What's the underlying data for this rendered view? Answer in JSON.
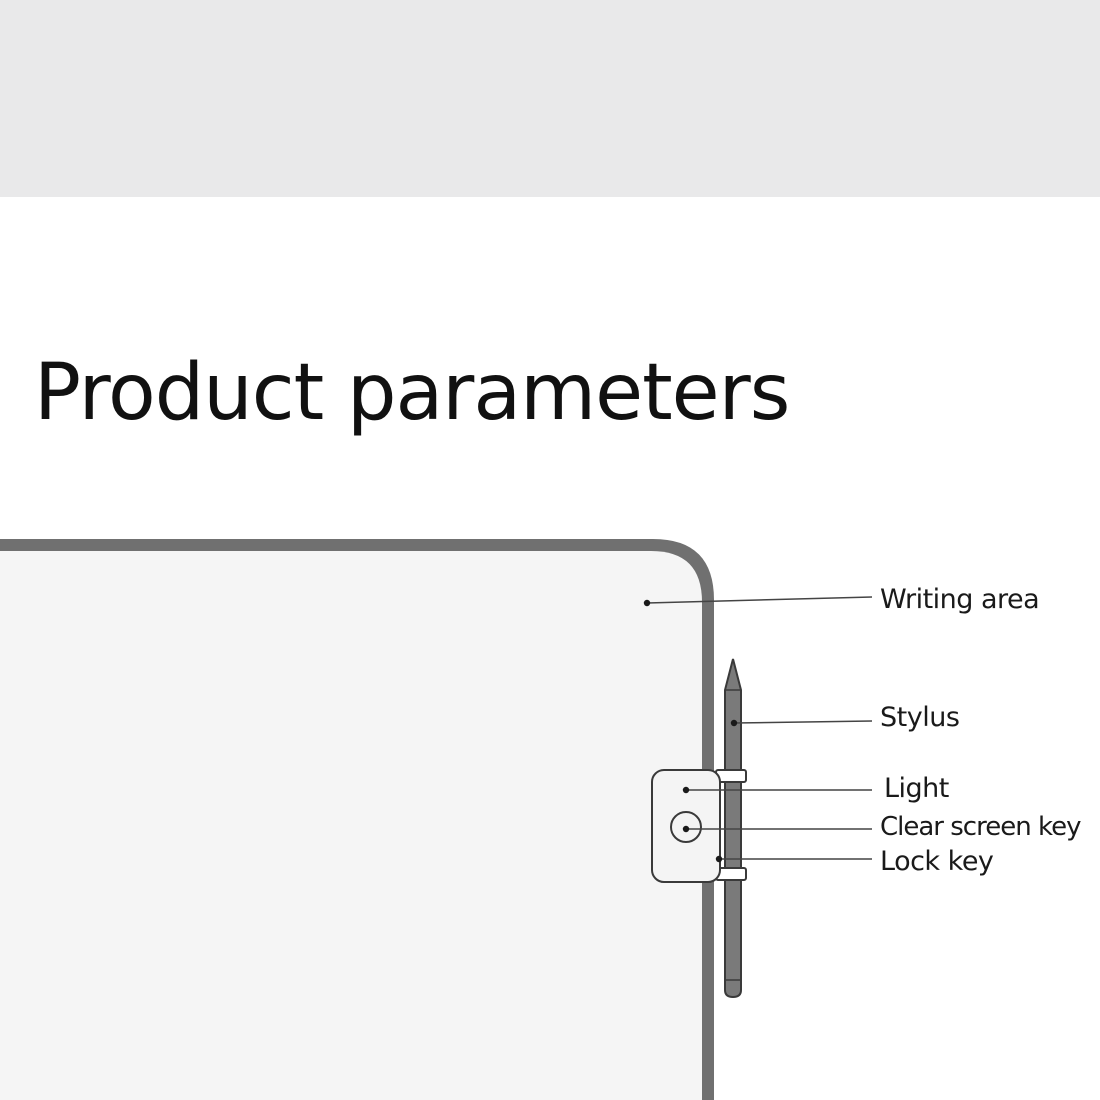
{
  "title": "Product parameters",
  "colors": {
    "top_band": "#e9e9ea",
    "frame": "#707070",
    "screen": "#f5f5f5",
    "line": "#444444",
    "text": "#1a1a1a"
  },
  "callouts": [
    {
      "id": "writing-area",
      "label": "Writing area"
    },
    {
      "id": "stylus",
      "label": "Stylus"
    },
    {
      "id": "light",
      "label": "Light"
    },
    {
      "id": "clear-screen-key",
      "label": "Clear screen key"
    },
    {
      "id": "lock-key",
      "label": "Lock key"
    }
  ]
}
